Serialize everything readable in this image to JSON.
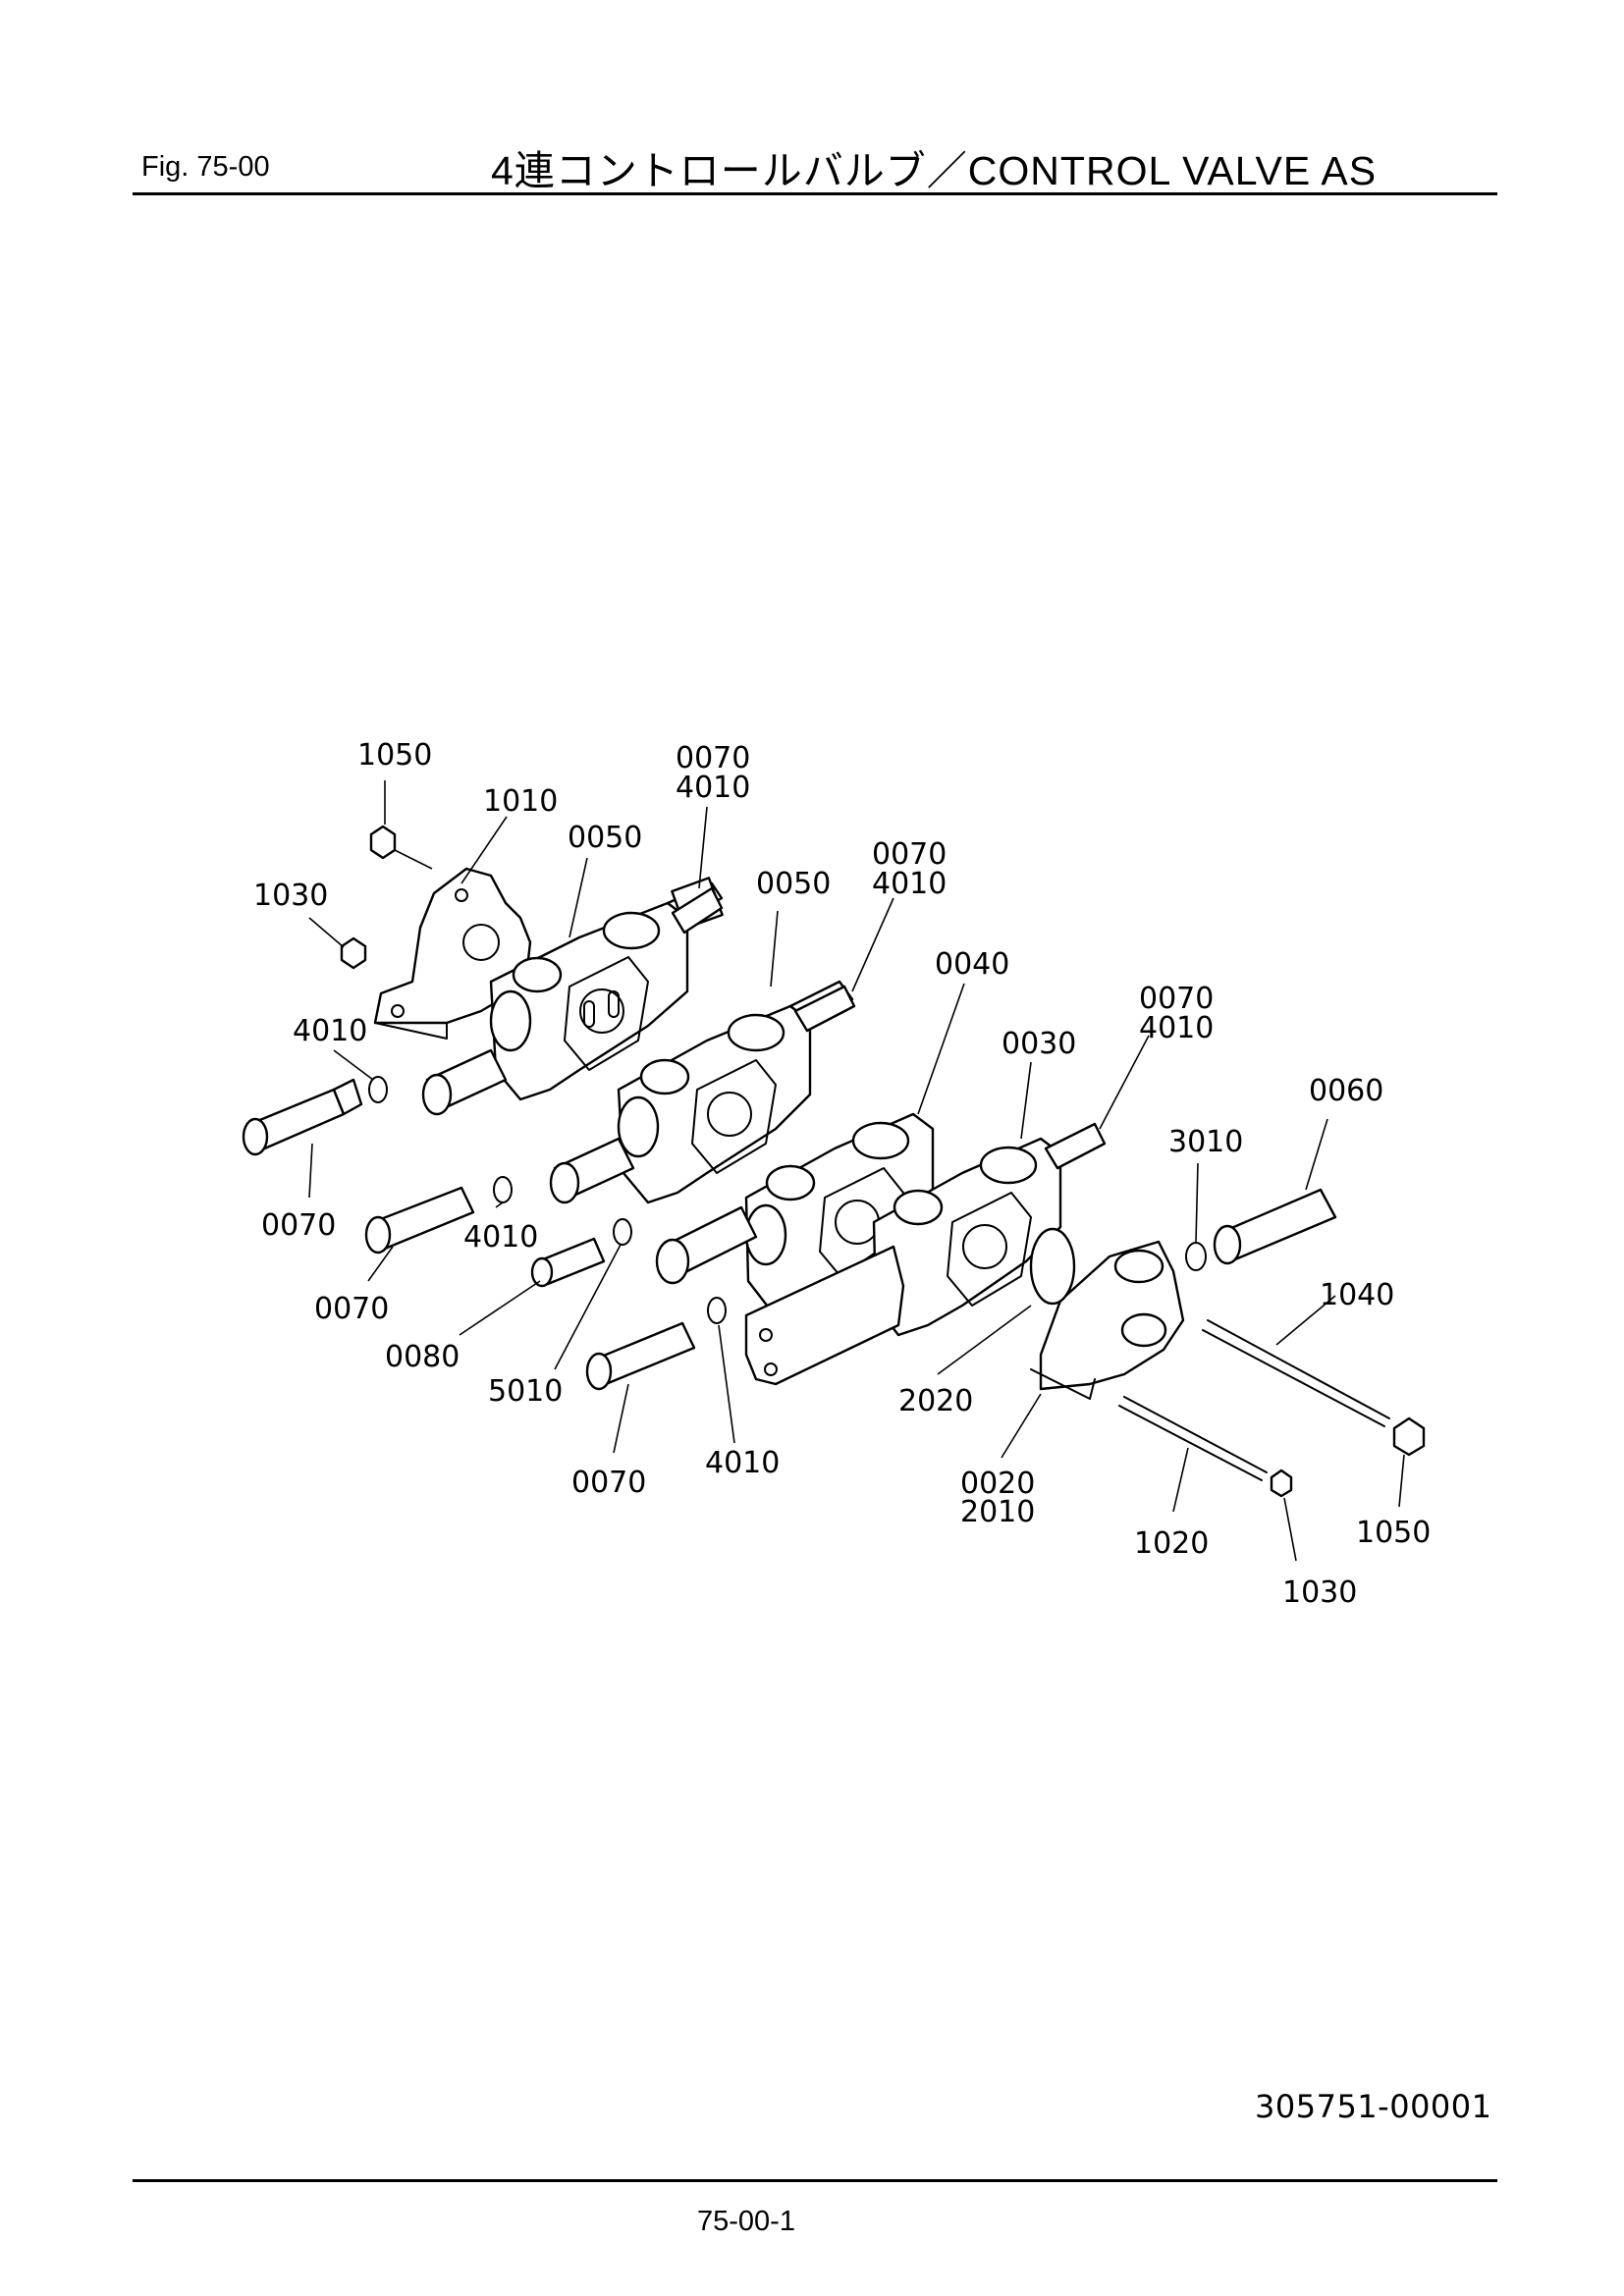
{
  "header": {
    "fig_label": "Fig.  75-00",
    "title": "4連コントロールバルブ／CONTROL  VALVE  AS"
  },
  "callouts": [
    {
      "id": "c-1050-top",
      "text": "1050"
    },
    {
      "id": "c-1010",
      "text": "1010"
    },
    {
      "id": "c-0050-a",
      "text": "0050"
    },
    {
      "id": "c-0070-top",
      "text": "0070"
    },
    {
      "id": "c-4010-top",
      "text": "4010"
    },
    {
      "id": "c-0070-b",
      "text": "0070"
    },
    {
      "id": "c-4010-b",
      "text": "4010"
    },
    {
      "id": "c-0050-b",
      "text": "0050"
    },
    {
      "id": "c-1030-top",
      "text": "1030"
    },
    {
      "id": "c-0040",
      "text": "0040"
    },
    {
      "id": "c-0070-c",
      "text": "0070"
    },
    {
      "id": "c-4010-c",
      "text": "4010"
    },
    {
      "id": "c-0030",
      "text": "0030"
    },
    {
      "id": "c-4010-left",
      "text": "4010"
    },
    {
      "id": "c-0060",
      "text": "0060"
    },
    {
      "id": "c-3010",
      "text": "3010"
    },
    {
      "id": "c-0070-left",
      "text": "0070"
    },
    {
      "id": "c-4010-mid",
      "text": "4010"
    },
    {
      "id": "c-0070-mid",
      "text": "0070"
    },
    {
      "id": "c-1040",
      "text": "1040"
    },
    {
      "id": "c-0080",
      "text": "0080"
    },
    {
      "id": "c-5010",
      "text": "5010"
    },
    {
      "id": "c-2020",
      "text": "2020"
    },
    {
      "id": "c-4010-bottom",
      "text": "4010"
    },
    {
      "id": "c-0070-bottom",
      "text": "0070"
    },
    {
      "id": "c-0020",
      "text": "0020"
    },
    {
      "id": "c-2010",
      "text": "2010"
    },
    {
      "id": "c-1050-bottom",
      "text": "1050"
    },
    {
      "id": "c-1020",
      "text": "1020"
    },
    {
      "id": "c-1030-bottom",
      "text": "1030"
    }
  ],
  "footer": {
    "doc_id": "305751-00001",
    "page_number": "75-00-1"
  }
}
